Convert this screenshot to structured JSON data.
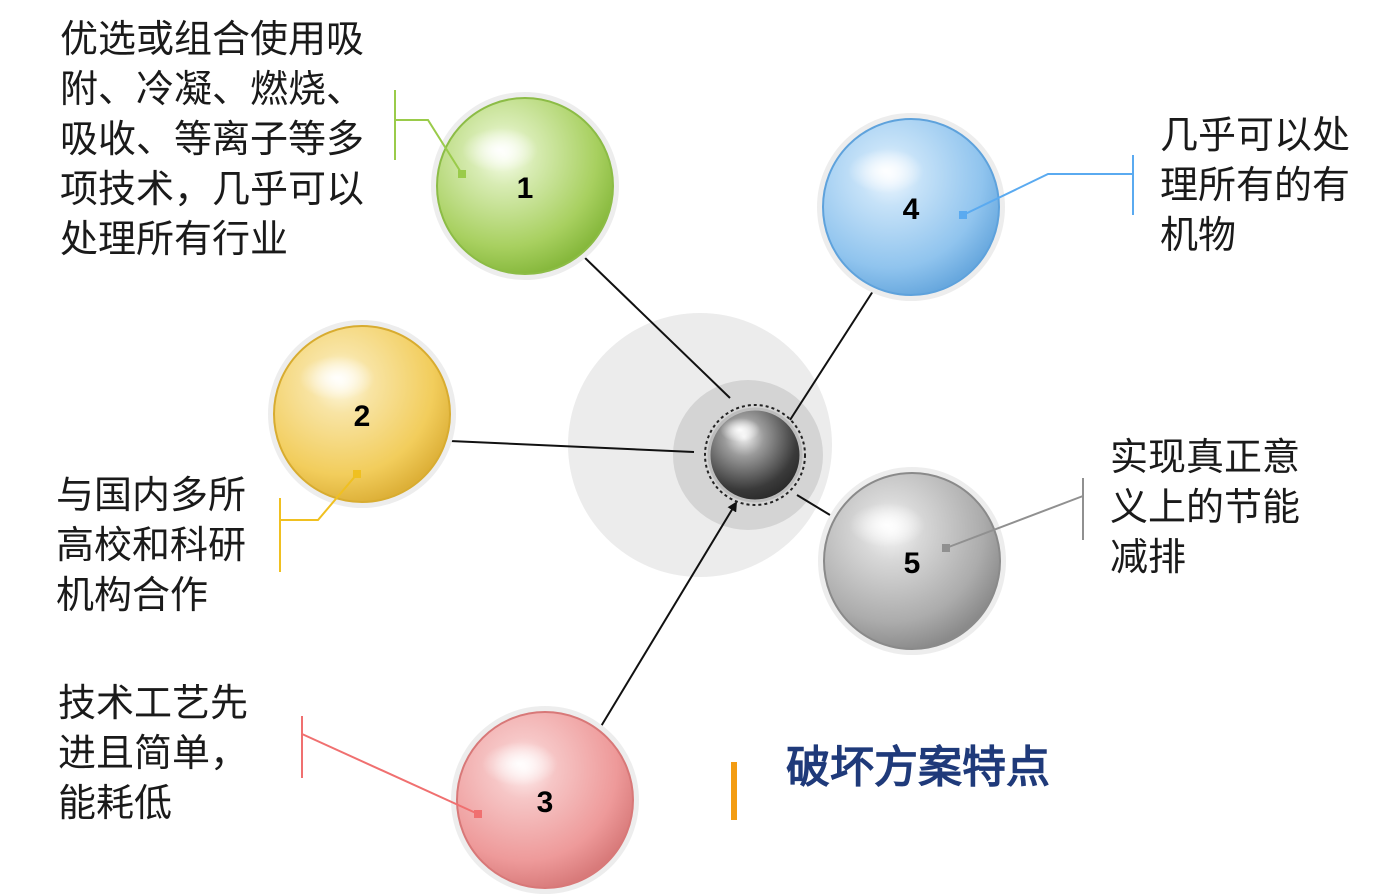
{
  "title": "破坏方案特点",
  "accent_colors": {
    "title": "#1f3a7a",
    "title_bar": "#f39c12",
    "node1": "#9acb4a",
    "node2": "#f0c020",
    "node3": "#f07070",
    "node4": "#5aaaf0",
    "node5": "#909090"
  },
  "nodes": [
    {
      "number": "1",
      "text": "优选或组合使用吸\n附、冷凝、燃烧、\n吸收、等离子等多\n项技术，几乎可以\n处理所有行业"
    },
    {
      "number": "2",
      "text": "与国内多所\n高校和科研\n机构合作"
    },
    {
      "number": "3",
      "text": "技术工艺先\n进且简单，\n能耗低"
    },
    {
      "number": "4",
      "text": "几乎可以处\n理所有的有\n机物"
    },
    {
      "number": "5",
      "text": "实现真正意\n义上的节能\n减排"
    }
  ]
}
